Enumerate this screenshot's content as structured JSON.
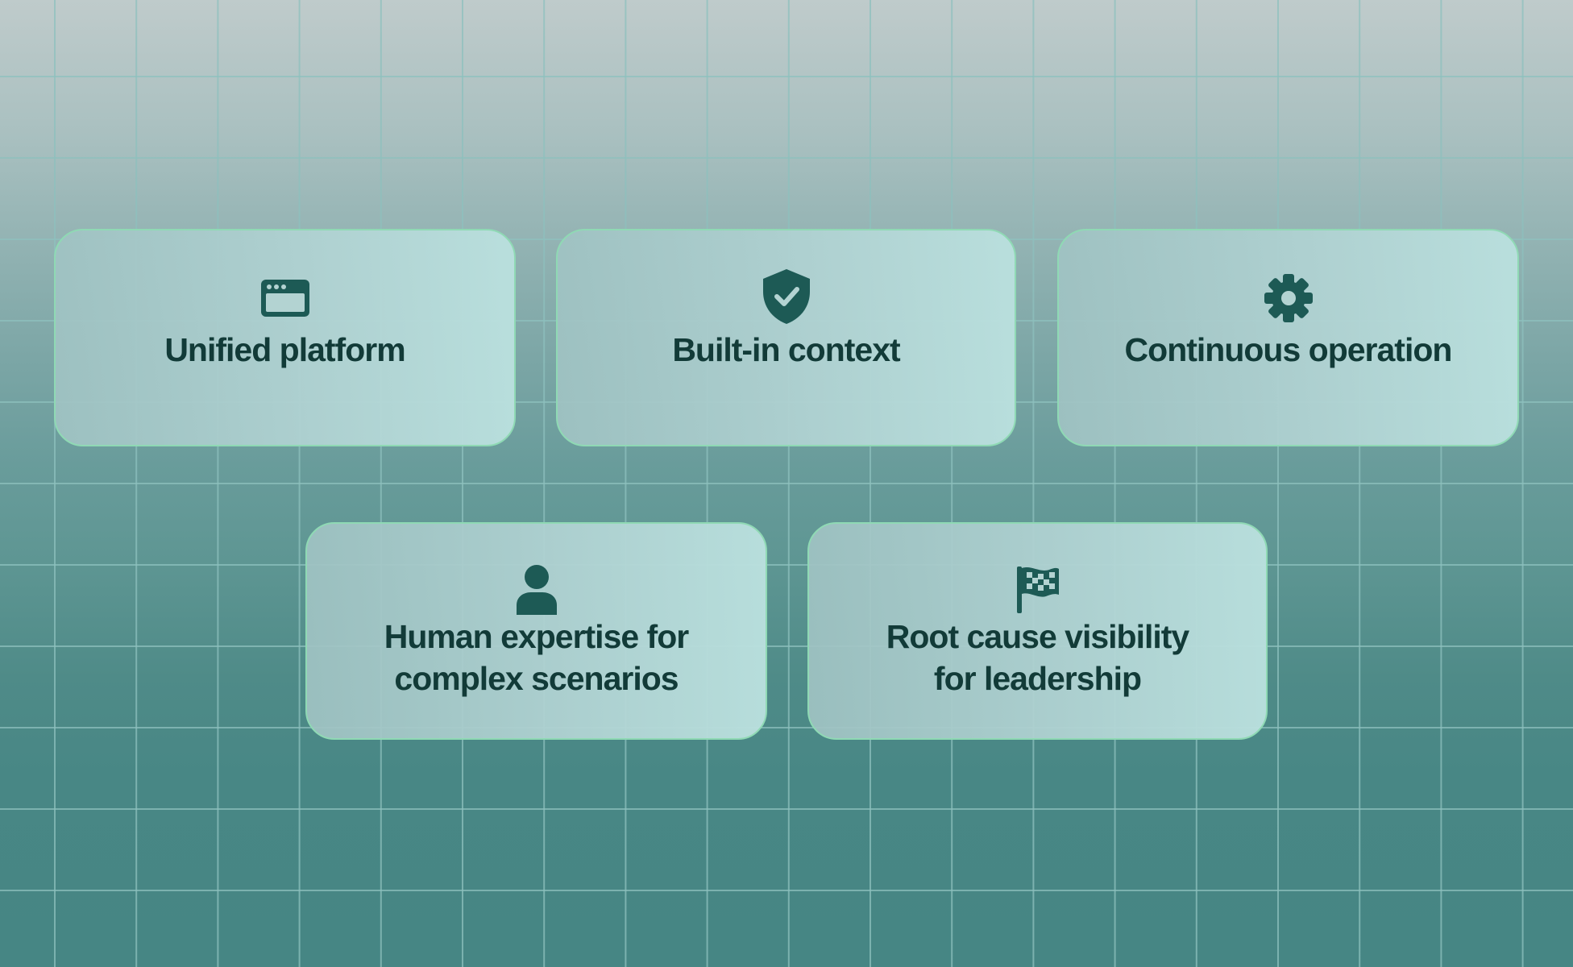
{
  "colors": {
    "text": "#123b38",
    "icon": "#1d5a55",
    "card_border": "#8fd9b4",
    "grid_line": "#8ec0bd"
  },
  "cards": [
    {
      "icon": "browser-window-icon",
      "label": "Unified platform"
    },
    {
      "icon": "shield-check-icon",
      "label": "Built-in context"
    },
    {
      "icon": "gear-icon",
      "label": "Continuous operation"
    },
    {
      "icon": "person-icon",
      "label": "Human expertise for complex scenarios",
      "lines": [
        "Human expertise for",
        "complex scenarios"
      ]
    },
    {
      "icon": "checkered-flag-icon",
      "label": "Root cause visibility for leadership",
      "lines": [
        "Root cause visibility",
        "for leadership"
      ]
    }
  ]
}
